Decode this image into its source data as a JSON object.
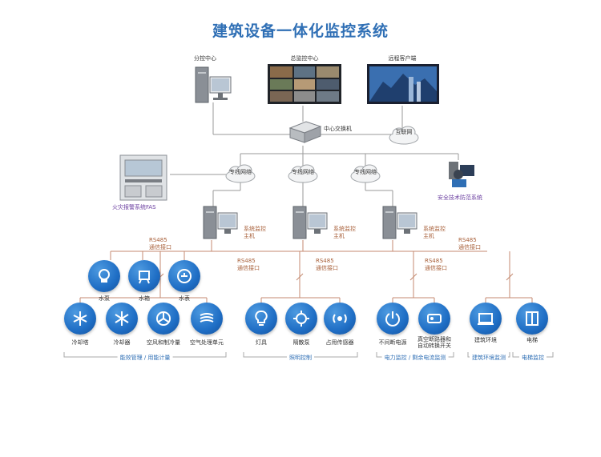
{
  "title": "建筑设备一体化监控系统",
  "top": {
    "branch_center": "分控中心",
    "main_center": "总监控中心",
    "remote_client": "远程客户端",
    "core_switch": "中心交换机",
    "internet": "互联网"
  },
  "mid": {
    "private_net_1": "专线网络",
    "private_net_2": "专线网络",
    "private_net_3": "专线网络",
    "fire_alarm": "火灾报警系统FAS",
    "security": "安全技术防范系统"
  },
  "hosts": {
    "host_1": [
      "系统监控",
      "主机"
    ],
    "host_2": [
      "系统监控",
      "主机"
    ],
    "host_3": [
      "系统监控",
      "主机"
    ]
  },
  "rs485": [
    [
      "RS485",
      "通信接口"
    ],
    [
      "RS485",
      "通信接口"
    ],
    [
      "RS485",
      "通信接口"
    ],
    [
      "RS485",
      "通信接口"
    ],
    [
      "RS485",
      "通信接口"
    ]
  ],
  "devices": {
    "water_pump": "水泵",
    "water_tank": "水箱",
    "water_meter": "水表",
    "cooling_tower": "冷却塔",
    "chiller": "冷却器",
    "hvac": "空风和制冷量",
    "air_handler": "空气处理单元",
    "light": "灯具",
    "fan": "隔散泵",
    "occupancy": "占用传感器",
    "ups": "不间断电源",
    "vacuum_breaker": [
      "真空断路器和",
      "自动转换开关"
    ],
    "building_env": "建筑环境",
    "elevator": "电梯"
  },
  "categories": {
    "energy": "能效管理 / 用能计量",
    "lighting": "照明控制",
    "power": "电力监控 / 剩余电流监测",
    "env": "建筑环境监测",
    "elevator": "电梯监控"
  },
  "colors": {
    "accent": "#2f6fb5",
    "line": "#9a9a9a",
    "bus": "#c48a70",
    "icon": "#1f6ec5"
  }
}
